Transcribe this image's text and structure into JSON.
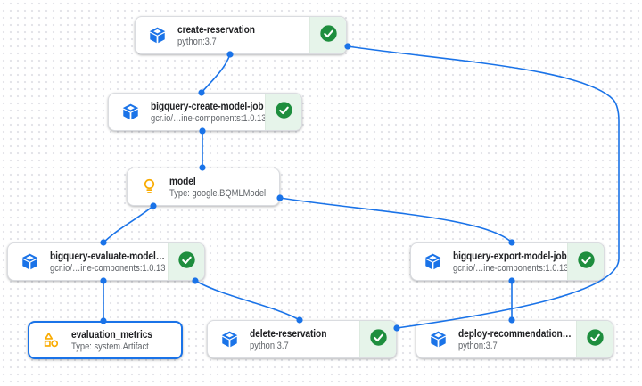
{
  "app": {
    "name": "pipeline-dag-canvas"
  },
  "colors": {
    "edge": "#1a73e8",
    "node_border": "#dadce0",
    "selected_border": "#1a73e8",
    "status_bg": "#e6f4ea",
    "status_check": "#1e8e3e",
    "component_icon": "#1a73e8",
    "artifact_icon": "#f9ab00",
    "title_text": "#202124",
    "subtitle_text": "#5f6368",
    "grid_dot": "#e2e3e8"
  },
  "nodes": [
    {
      "id": "create-reservation",
      "type": "task",
      "title": "create-reservation",
      "subtitle": "python:3.7",
      "icon": "component-cube-icon",
      "status": "succeeded"
    },
    {
      "id": "bigquery-create-model-job",
      "type": "task",
      "title": "bigquery-create-model-job",
      "subtitle": "gcr.io/…ine-components:1.0.13",
      "icon": "component-cube-icon",
      "status": "succeeded"
    },
    {
      "id": "model",
      "type": "artifact",
      "title": "model",
      "subtitle": "Type: google.BQMLModel",
      "icon": "artifact-lightbulb-icon",
      "status": null
    },
    {
      "id": "bigquery-evaluate-model",
      "type": "task",
      "title": "bigquery-evaluate-model…",
      "subtitle": "gcr.io/…ine-components:1.0.13",
      "icon": "component-cube-icon",
      "status": "succeeded"
    },
    {
      "id": "bigquery-export-model-job",
      "type": "task",
      "title": "bigquery-export-model-job",
      "subtitle": "gcr.io/…ine-components:1.0.13",
      "icon": "component-cube-icon",
      "status": "succeeded"
    },
    {
      "id": "evaluation_metrics",
      "type": "artifact",
      "title": "evaluation_metrics",
      "subtitle": "Type: system.Artifact",
      "icon": "artifact-shapes-icon",
      "status": null,
      "selected": true
    },
    {
      "id": "delete-reservation",
      "type": "task",
      "title": "delete-reservation",
      "subtitle": "python:3.7",
      "icon": "component-cube-icon",
      "status": "succeeded"
    },
    {
      "id": "deploy-recommendation",
      "type": "task",
      "title": "deploy-recommendation…",
      "subtitle": "python:3.7",
      "icon": "component-cube-icon",
      "status": "succeeded"
    }
  ],
  "edges": [
    {
      "from": "create-reservation",
      "to": "bigquery-create-model-job"
    },
    {
      "from": "bigquery-create-model-job",
      "to": "model"
    },
    {
      "from": "model",
      "to": "bigquery-evaluate-model"
    },
    {
      "from": "model",
      "to": "bigquery-export-model-job"
    },
    {
      "from": "bigquery-evaluate-model",
      "to": "evaluation_metrics"
    },
    {
      "from": "bigquery-evaluate-model",
      "to": "delete-reservation"
    },
    {
      "from": "bigquery-export-model-job",
      "to": "deploy-recommendation"
    },
    {
      "from": "create-reservation",
      "to": "delete-reservation"
    }
  ]
}
